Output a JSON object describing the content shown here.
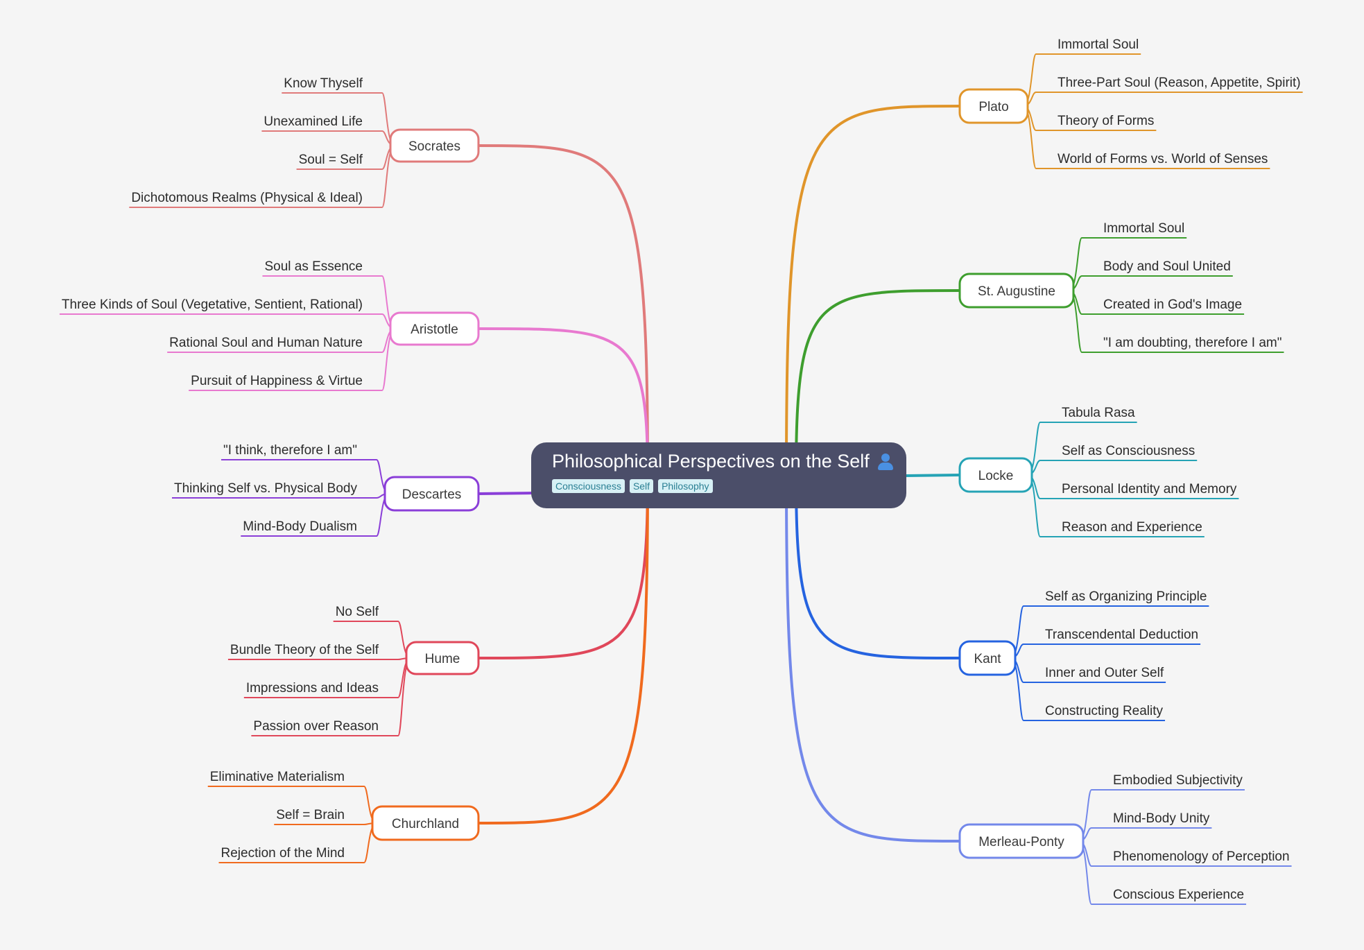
{
  "root": {
    "title": "Philosophical Perspectives on the Self",
    "icon": "person-icon",
    "tags": [
      "Consciousness",
      "Self",
      "Philosophy"
    ],
    "background": "#4b4e69"
  },
  "branches": [
    {
      "name": "Socrates",
      "color": "#e07a7a",
      "side": "left",
      "leaves": [
        "Know Thyself",
        "Unexamined Life",
        "Soul = Self",
        "Dichotomous Realms (Physical & Ideal)"
      ]
    },
    {
      "name": "Aristotle",
      "color": "#e879cf",
      "side": "left",
      "leaves": [
        "Soul as Essence",
        "Three Kinds of Soul (Vegetative, Sentient, Rational)",
        "Rational Soul and Human Nature",
        "Pursuit of Happiness & Virtue"
      ]
    },
    {
      "name": "Descartes",
      "color": "#8a3ed8",
      "side": "left",
      "leaves": [
        "\"I think, therefore I am\"",
        "Thinking Self vs. Physical Body",
        "Mind-Body Dualism"
      ]
    },
    {
      "name": "Hume",
      "color": "#e0475a",
      "side": "left",
      "leaves": [
        "No Self",
        "Bundle Theory of the Self",
        "Impressions and Ideas",
        "Passion over Reason"
      ]
    },
    {
      "name": "Churchland",
      "color": "#f06a1e",
      "side": "left",
      "leaves": [
        "Eliminative Materialism",
        "Self = Brain",
        "Rejection of the Mind"
      ]
    },
    {
      "name": "Plato",
      "color": "#e0952a",
      "side": "right",
      "leaves": [
        "Immortal Soul",
        "Three-Part Soul (Reason, Appetite, Spirit)",
        "Theory of Forms",
        "World of Forms vs. World of Senses"
      ]
    },
    {
      "name": "St. Augustine",
      "color": "#3e9e2e",
      "side": "right",
      "leaves": [
        "Immortal Soul",
        "Body and Soul United",
        "Created in God's Image",
        "\"I am doubting, therefore I am\""
      ]
    },
    {
      "name": "Locke",
      "color": "#25a3b5",
      "side": "right",
      "leaves": [
        "Tabula Rasa",
        "Self as Consciousness",
        "Personal Identity and Memory",
        "Reason and Experience"
      ]
    },
    {
      "name": "Kant",
      "color": "#2563e0",
      "side": "right",
      "leaves": [
        "Self as Organizing Principle",
        "Transcendental Deduction",
        "Inner and Outer Self",
        "Constructing Reality"
      ]
    },
    {
      "name": "Merleau-Ponty",
      "color": "#7388ea",
      "side": "right",
      "leaves": [
        "Embodied Subjectivity",
        "Mind-Body Unity",
        "Phenomenology of Perception",
        "Conscious Experience"
      ]
    }
  ]
}
